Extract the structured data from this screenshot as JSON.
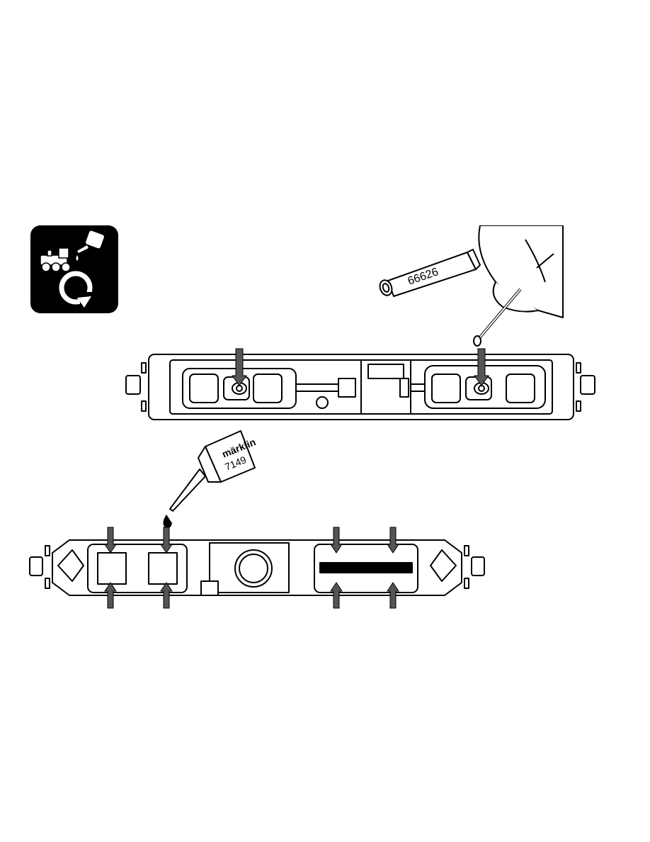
{
  "maintenance_icon": {
    "name": "lubrication-maintenance-icon"
  },
  "grease_tube": {
    "label": "66626"
  },
  "oil_bottle": {
    "brand": "märklin",
    "number": "7149"
  },
  "colors": {
    "ink": "#000000",
    "paper": "#ffffff",
    "arrow": "#555555"
  }
}
